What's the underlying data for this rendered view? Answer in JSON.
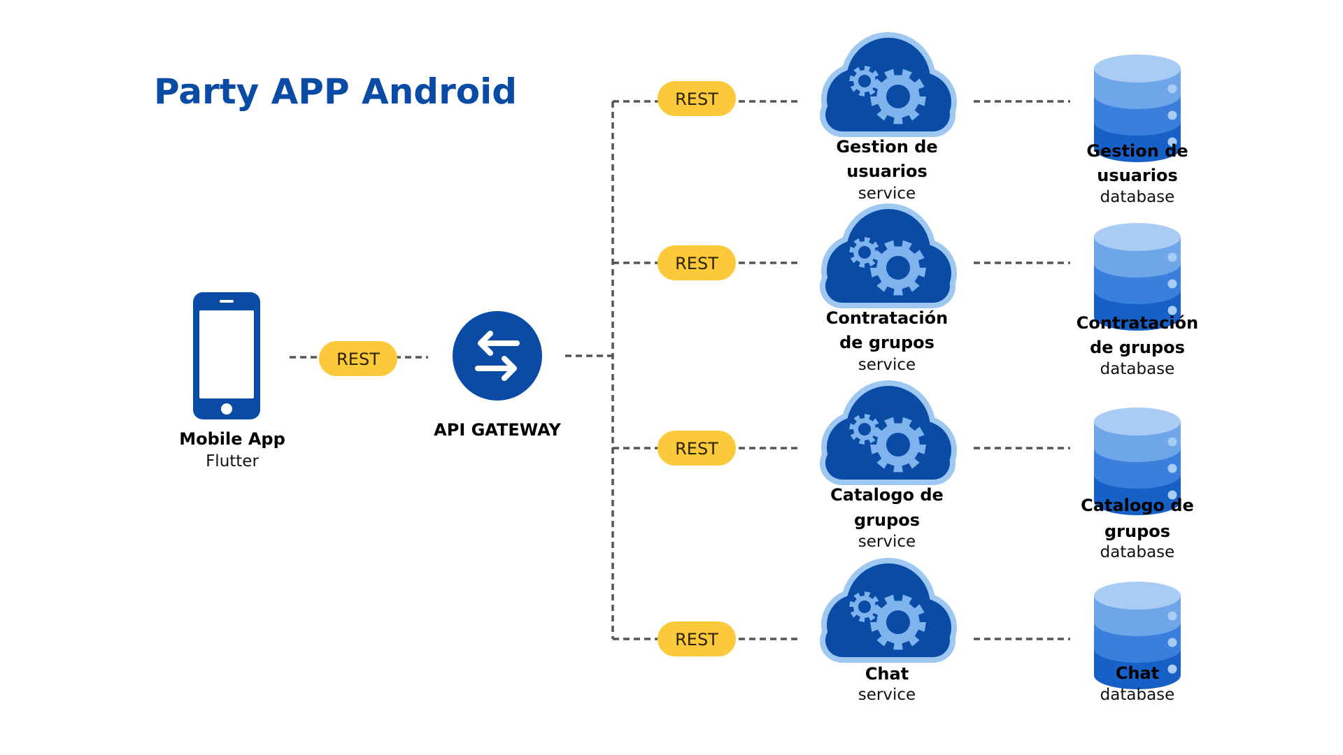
{
  "title": "Party APP Android",
  "colors": {
    "title": "#0a4ba6",
    "primary_blue": "#0a4ba6",
    "cloud_halo": "#9ec8f2",
    "gear": "#7eb3ee",
    "pill": "#fcc93a",
    "connector": "#555555",
    "db_top": "#a9ccf5",
    "db_band1": "#6fa6ea",
    "db_band2": "#3b7fdc",
    "db_band3": "#1660c8"
  },
  "mobile": {
    "icon": "smartphone-icon",
    "name": "Mobile App",
    "tech": "Flutter"
  },
  "mobile_link": {
    "protocol": "REST"
  },
  "gateway": {
    "icon": "arrows-exchange-icon",
    "name": "API GATEWAY"
  },
  "branches": [
    {
      "protocol": "REST",
      "service": {
        "icon": "cloud-gear-icon",
        "name_lines": [
          "Gestion de",
          "usuarios"
        ],
        "kind": "service"
      },
      "database": {
        "icon": "database-icon",
        "name_lines": [
          "Gestion de",
          "usuarios"
        ],
        "kind": "database"
      }
    },
    {
      "protocol": "REST",
      "service": {
        "icon": "cloud-gear-icon",
        "name_lines": [
          "Contratación",
          "de grupos"
        ],
        "kind": "service"
      },
      "database": {
        "icon": "database-icon",
        "name_lines": [
          "Contratación",
          "de grupos"
        ],
        "kind": "database"
      }
    },
    {
      "protocol": "REST",
      "service": {
        "icon": "cloud-gear-icon",
        "name_lines": [
          "Catalogo de",
          "grupos"
        ],
        "kind": "service"
      },
      "database": {
        "icon": "database-icon",
        "name_lines": [
          "Catalogo de",
          "grupos"
        ],
        "kind": "database"
      }
    },
    {
      "protocol": "REST",
      "service": {
        "icon": "cloud-gear-icon",
        "name_lines": [
          "Chat"
        ],
        "kind": "service"
      },
      "database": {
        "icon": "database-icon",
        "name_lines": [
          "Chat"
        ],
        "kind": "database"
      }
    }
  ]
}
